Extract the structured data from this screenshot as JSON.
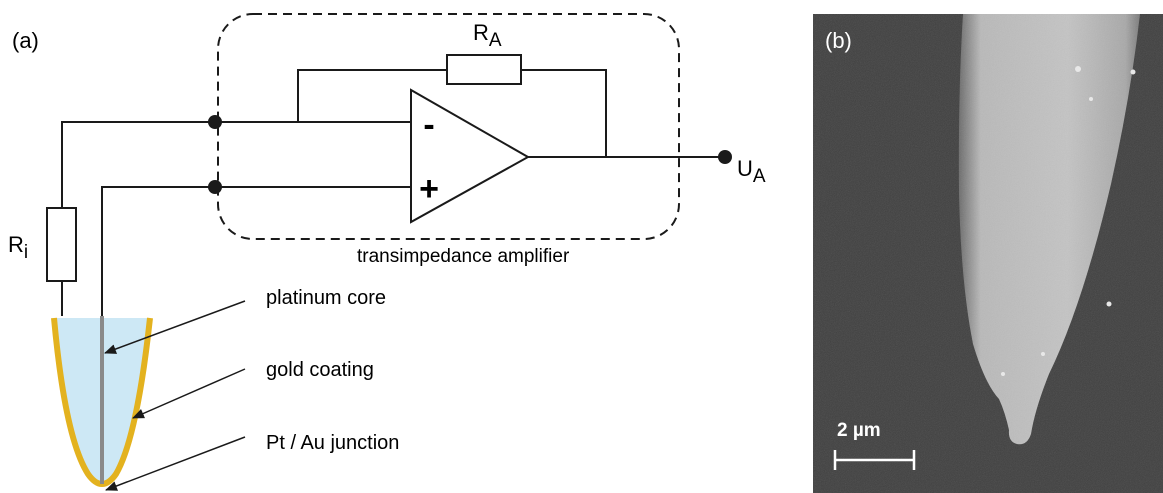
{
  "panel_a": {
    "label": "(a)",
    "feedback_resistor": {
      "main": "R",
      "sub": "A"
    },
    "input_resistor": {
      "main": "R",
      "sub": "i"
    },
    "output": {
      "main": "U",
      "sub": "A"
    },
    "opamp": {
      "minus": "-",
      "plus": "+"
    },
    "amplifier_label": "transimpedance amplifier",
    "callouts": {
      "core": "platinum core",
      "coating": "gold coating",
      "junction": "Pt / Au junction"
    },
    "colors": {
      "wire": "#1a1a1a",
      "gold": "#e3b21f",
      "electrolyte": "#cde8f5",
      "core": "#8a8a8a"
    }
  },
  "panel_b": {
    "label": "(b)",
    "scalebar_label": "2 µm",
    "colors": {
      "background": "#3e3e3e",
      "tip": "#bdbdbd"
    }
  }
}
